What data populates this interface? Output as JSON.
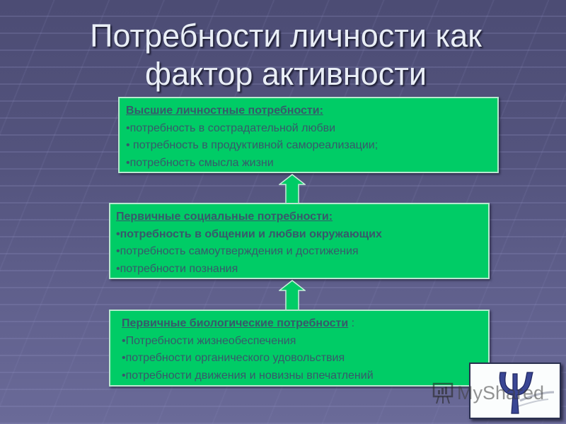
{
  "slide": {
    "title_line1": "Потребности личности как",
    "title_line2": "фактор активности"
  },
  "colors": {
    "background": "#54547e",
    "box_fill": "#00cc66",
    "box_text": "#38596b",
    "title_text": "#e9eef6"
  },
  "boxes": {
    "top": {
      "heading": "Высшие личностные потребности:",
      "items": [
        "•потребность в сострадательной любви",
        "• потребность в продуктивной самореализации;",
        "•потребность смысла жизни"
      ]
    },
    "middle": {
      "heading": "Первичные социальные потребности:",
      "items": [
        "•потребность в общении и любви окружающих",
        "•потребность самоутверждения и достижения",
        "•потребности познания"
      ]
    },
    "bottom": {
      "heading": "Первичные биологические потребности",
      "heading_suffix": " :",
      "items": [
        "•Потребности жизнеобеспечения",
        "•потребности органического удовольствия",
        "•потребности движения и новизны впечатлений"
      ]
    }
  },
  "arrows": [
    {
      "direction": "up",
      "from": "middle",
      "to": "top"
    },
    {
      "direction": "up",
      "from": "bottom",
      "to": "middle"
    }
  ],
  "logo": {
    "symbol": "Ψ",
    "icon": "psi-logo-icon"
  },
  "watermark": {
    "text": "MyShared",
    "icon": "presentation-board-icon"
  }
}
